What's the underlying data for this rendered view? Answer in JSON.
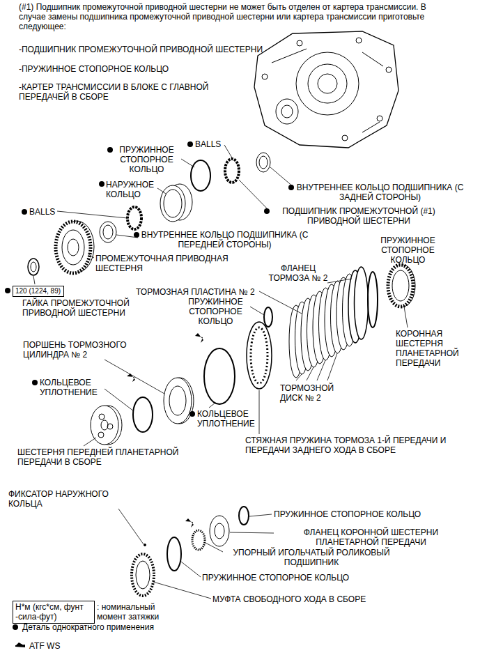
{
  "diagram": {
    "nodes": [
      {
        "text": [
          "120 (1224, 89)"
        ]
      },
      {
        "text": [
          "Н*м (кгс*см, фунт -сила-фут)"
        ]
      }
    ],
    "labels": [
      "(#1) Подшипник промежуточной приводной шестерни не может быть отделен от картера трансмиссии. В случае замены подшипника промежуточной приводной шестерни или картера трансмиссии приготовьте следующее:",
      "-ПОДШИПНИК ПРОМЕЖУТОЧНОЙ ПРИВОДНОЙ ШЕСТЕРНИ",
      "-ПРУЖИННОЕ СТОПОРНОЕ КОЛЬЦО",
      "-КАРТЕР ТРАНСМИССИИ В БЛОКЕ С ГЛАВНОЙ ПЕРЕДАЧЕЙ В СБОРЕ",
      "ПРУЖИННОЕ СТОПОРНОЕ КОЛЬЦО",
      "BALLS",
      "НАРУЖНОЕ КОЛЬЦО",
      "ВНУТРЕННЕЕ КОЛЬЦО ПОДШИПНИКА (С ЗАДНЕЙ СТОРОНЫ)",
      "BALLS",
      "ПОДШИПНИК ПРОМЕЖУТОЧНОЙ (#1) ПРИВОДНОЙ ШЕСТЕРНИ",
      "ВНУТРЕННЕЕ КОЛЬЦО ПОДШИПНИКА (С ПЕРЕДНЕЙ СТОРОНЫ)",
      "ПРОМЕЖУТОЧНАЯ ПРИВОДНАЯ ШЕСТЕРНЯ",
      "ГАЙКА ПРОМЕЖУТОЧНОЙ ПРИВОДНОЙ ШЕСТЕРНИ",
      "ПРУЖИННОЕ СТОПОРНОЕ КОЛЬЦО",
      "ФЛАНЕЦ ТОРМОЗА № 2",
      "ТОРМОЗНАЯ ПЛАСТИНА № 2",
      "ПРУЖИННОЕ СТОПОРНОЕ КОЛЬЦО",
      "КОРОННАЯ ШЕСТЕРНЯ ПЛАНЕТАРНОЙ ПЕРЕДАЧИ",
      "ПОРШЕНЬ ТОРМОЗНОГО ЦИЛИНДРА № 2",
      "ТОРМОЗНОЙ ДИСК № 2",
      "КОЛЬЦЕВОЕ УПЛОТНЕНИЕ",
      "КОЛЬЦЕВОЕ УПЛОТНЕНИЕ",
      "ШЕСТЕРНЯ ПЕРЕДНЕЙ ПЛАНЕТАРНОЙ ПЕРЕДАЧИ В СБОРЕ",
      "СТЯЖНАЯ ПРУЖИНА ТОРМОЗА 1-Й ПЕРЕДАЧИ И ПЕРЕДАЧИ ЗАДНЕГО ХОДА В СБОРЕ",
      "ФИКСАТОР НАРУЖНОГО КОЛЬЦА",
      "ПРУЖИННОЕ СТОПОРНОЕ КОЛЬЦО",
      "ФЛАНЕЦ КОРОННОЙ ШЕСТЕРНИ ПЛАНЕТАРНОЙ ПЕРЕДАЧИ",
      "УПОРНЫЙ ИГОЛЬЧАТЫЙ РОЛИКОВЫЙ ПОДШИПНИК",
      "ПРУЖИННОЕ СТОПОРНОЕ КОЛЬЦО",
      "МУФТА СВОБОДНОГО ХОДА В СБОРЕ"
    ],
    "legend": [
      {
        "text": ": номинальный момент затяжки"
      },
      {
        "text": "Деталь однократного применения"
      },
      {
        "text": "ATF WS"
      }
    ]
  }
}
